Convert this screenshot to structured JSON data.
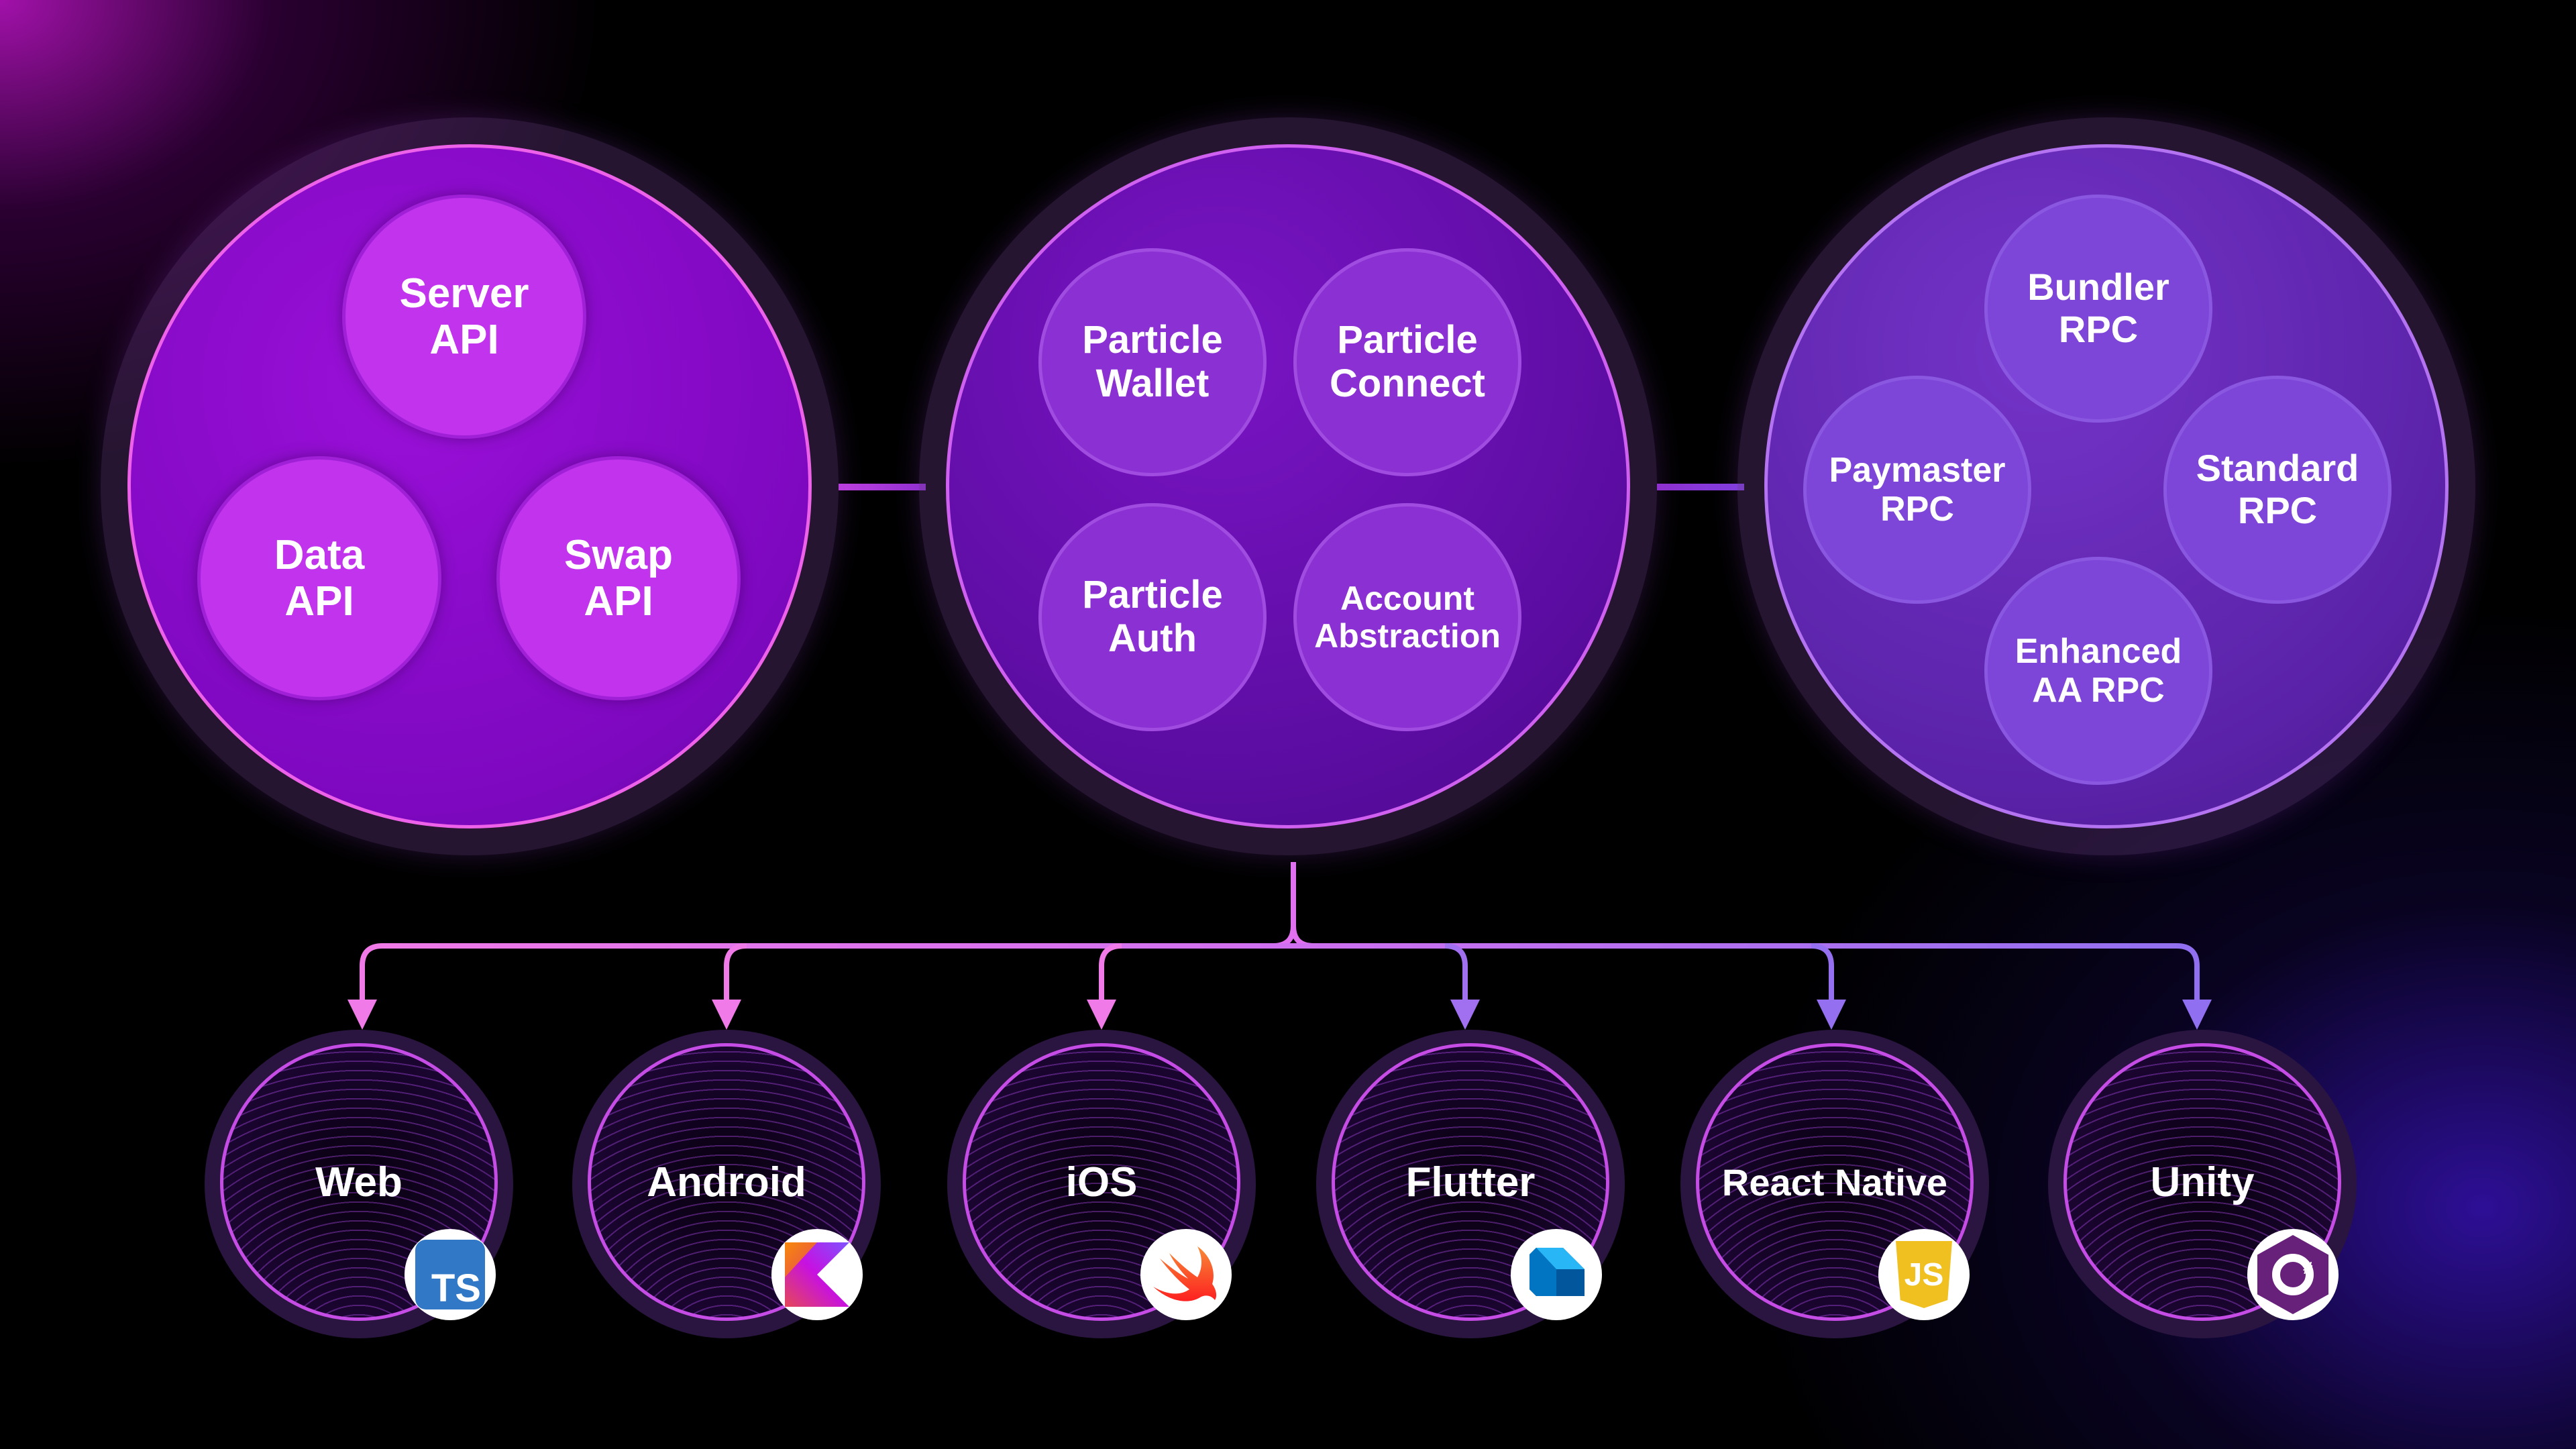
{
  "groups": [
    {
      "items": [
        {
          "line1": "Server",
          "line2": "API"
        },
        {
          "line1": "Data",
          "line2": "API"
        },
        {
          "line1": "Swap",
          "line2": "API"
        }
      ]
    },
    {
      "items": [
        {
          "line1": "Particle",
          "line2": "Wallet"
        },
        {
          "line1": "Particle",
          "line2": "Connect"
        },
        {
          "line1": "Particle",
          "line2": "Auth"
        },
        {
          "line1": "Account",
          "line2": "Abstraction"
        }
      ]
    },
    {
      "items": [
        {
          "line1": "Bundler",
          "line2": "RPC"
        },
        {
          "line1": "Paymaster",
          "line2": "RPC"
        },
        {
          "line1": "Standard",
          "line2": "RPC"
        },
        {
          "line1": "Enhanced",
          "line2": "AA RPC"
        }
      ]
    }
  ],
  "platforms": [
    {
      "label": "Web",
      "badge": "typescript-icon",
      "badge_text": "TS"
    },
    {
      "label": "Android",
      "badge": "kotlin-icon"
    },
    {
      "label": "iOS",
      "badge": "swift-icon"
    },
    {
      "label": "Flutter",
      "badge": "dart-icon"
    },
    {
      "label": "React Native",
      "badge": "javascript-icon",
      "badge_text": "JS"
    },
    {
      "label": "Unity",
      "badge": "csharp-icon",
      "badge_text": "#"
    }
  ],
  "colors": {
    "left_fill": "#8a12c8",
    "left_bubble": "#c02ee8",
    "mid_fill": "#6a10b0",
    "mid_bubble": "#8a2fd0",
    "right_fill": "#6a2cc0",
    "right_bubble": "#7c44d8",
    "ring_pink": "#f06ae0",
    "ring_purple": "#b070f0",
    "arrow_pink": "#f07ae8",
    "arrow_violet": "#9070f0"
  }
}
